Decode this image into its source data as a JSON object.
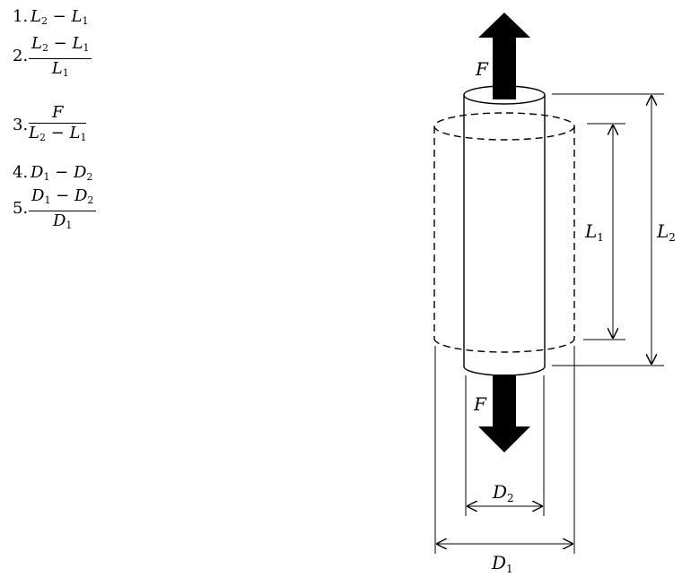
{
  "options": [
    {
      "number": "1.",
      "type": "inline",
      "text": "L2 − L1"
    },
    {
      "number": "2.",
      "type": "fraction",
      "numerator": "L2 − L1",
      "denominator": "L1"
    },
    {
      "number": "3.",
      "type": "fraction",
      "numerator": "F",
      "denominator": "L2 − L1"
    },
    {
      "number": "4.",
      "type": "inline",
      "text": "D1 − D2"
    },
    {
      "number": "5.",
      "type": "fraction",
      "numerator": "D1 − D2",
      "denominator": "D1"
    }
  ],
  "diagram": {
    "force_top": {
      "main": "F",
      "sub": ""
    },
    "force_bottom": {
      "main": "F",
      "sub": ""
    },
    "length_inner": {
      "main": "L",
      "sub": "1"
    },
    "length_outer": {
      "main": "L",
      "sub": "2"
    },
    "diameter_inner": {
      "main": "D",
      "sub": "2"
    },
    "diameter_outer": {
      "main": "D",
      "sub": "1"
    }
  }
}
